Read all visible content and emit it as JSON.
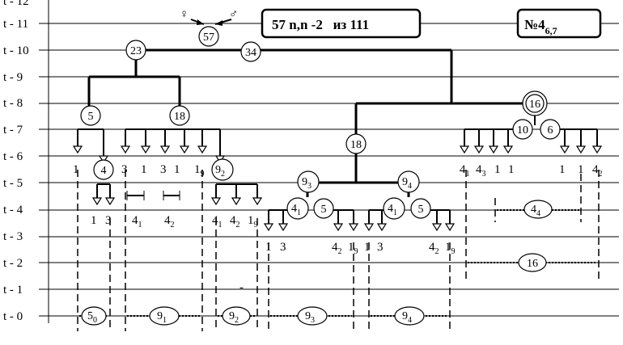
{
  "time_axis": [
    "t - 11",
    "t - 10",
    "t - 9",
    "t - 8",
    "t - 7",
    "t - 6",
    "t - 5",
    "t - 4",
    "t - 3",
    "t - 2",
    "t - 1",
    "t - 0"
  ],
  "time_axis_top_partial": "t - 12",
  "header": {
    "formula": "57 n,n -2   из 111",
    "number_main": "№4",
    "number_sub": "6,7"
  },
  "symbols": {
    "female": "♀",
    "male": "♂"
  },
  "nodes": {
    "root": "57",
    "n23": "23",
    "n34": "34",
    "n5": "5",
    "n18a": "18",
    "n16": "16",
    "n18b": "18",
    "n10": "10",
    "n6": "6",
    "n4a": "4",
    "n92": "9",
    "n92_sub": "2",
    "n93": "9",
    "n93_sub": "3",
    "n94": "9",
    "n94_sub": "4",
    "n41a": "4",
    "n41a_sub": "1",
    "n5a": "5",
    "n41b": "4",
    "n41b_sub": "1",
    "n5b": "5"
  },
  "labels": {
    "l1": "1",
    "l3": "3",
    "l1b": "1",
    "l3b": "3",
    "l1c": "1",
    "l1_9a": "1",
    "l1_9a_sub": "9",
    "l1d": "1",
    "l3c": "3",
    "l41a": "4",
    "l41a_sub": "1",
    "l42a": "4",
    "l42a_sub": "2",
    "l41b": "4",
    "l41b_sub": "1",
    "l42b": "4",
    "l42b_sub": "2",
    "l1_9b": "1",
    "l1_9b_sub": "9",
    "g1_1": "1",
    "g1_3": "3",
    "g1_42": "4",
    "g1_42_sub": "2",
    "g1_19": "1",
    "g1_19_sub": "9",
    "g2_1": "1",
    "g2_3": "3",
    "g2_42": "4",
    "g2_42_sub": "2",
    "g2_19": "1",
    "g2_19_sub": "9",
    "r41": "4",
    "r41_sub": "1",
    "r43": "4",
    "r43_sub": "3",
    "r1a": "1",
    "r1b": "1",
    "r1c": "1",
    "r1d": "1",
    "r42": "4",
    "r42_sub": "2",
    "mid_dash": "-"
  },
  "spans": {
    "s44": "4",
    "s44_sub": "4",
    "s16": "16",
    "b50": "5",
    "b50_sub": "0",
    "b91": "9",
    "b91_sub": "1",
    "b92": "9",
    "b92_sub": "2",
    "b93": "9",
    "b93_sub": "3",
    "b94": "9",
    "b94_sub": "4"
  }
}
